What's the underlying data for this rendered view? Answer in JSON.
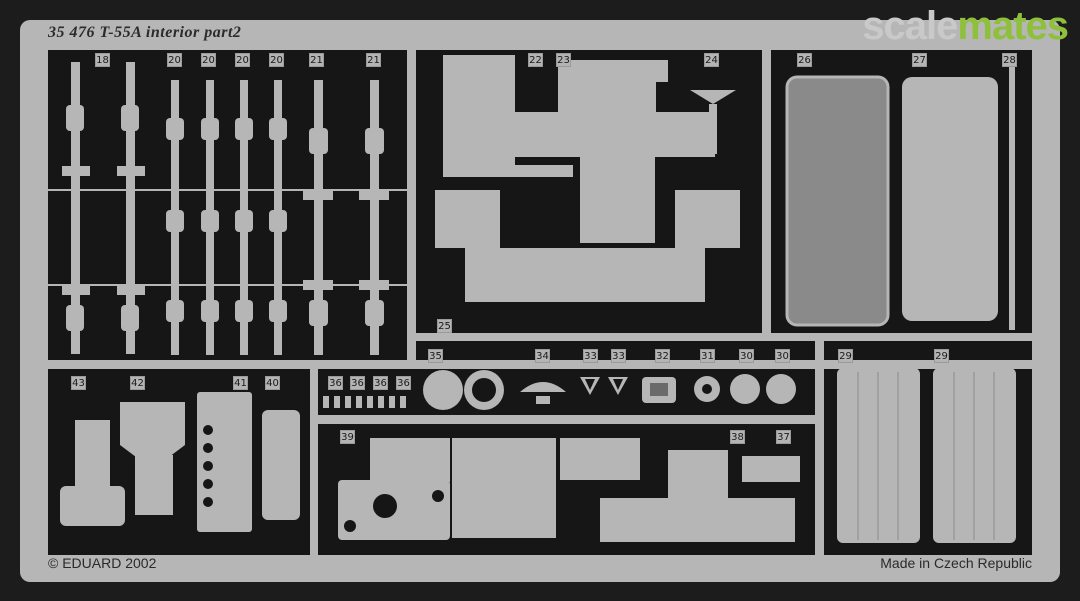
{
  "title": "35 476  T-55A interior    part2",
  "copyright": "© EDUARD 2002",
  "made_in": "Made in Czech Republic",
  "logo": {
    "part1": "scale",
    "part2": "mates"
  },
  "labels": {
    "l18": "18",
    "l20a": "20",
    "l20b": "20",
    "l20c": "20",
    "l20d": "20",
    "l21a": "21",
    "l21b": "21",
    "l22": "22",
    "l23": "23",
    "l24": "24",
    "l26": "26",
    "l27": "27",
    "l28": "28",
    "l25": "25",
    "l35": "35",
    "l34": "34",
    "l33a": "33",
    "l33b": "33",
    "l32": "32",
    "l31": "31",
    "l30a": "30",
    "l30b": "30",
    "l29a": "29",
    "l29b": "29",
    "l43": "43",
    "l42": "42",
    "l41": "41",
    "l40": "40",
    "l36a": "36",
    "l36b": "36",
    "l36c": "36",
    "l36d": "36",
    "l39": "39",
    "l38": "38",
    "l37": "37"
  }
}
